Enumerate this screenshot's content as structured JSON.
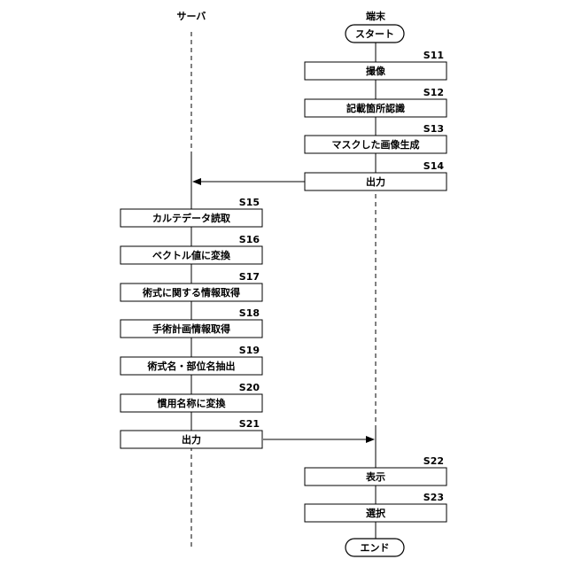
{
  "lanes": {
    "server": "サーバ",
    "terminal": "端末"
  },
  "terminals": {
    "start": "スタート",
    "end": "エンド"
  },
  "steps": [
    {
      "id": "S11",
      "label": "撮像"
    },
    {
      "id": "S12",
      "label": "記載箇所認識"
    },
    {
      "id": "S13",
      "label": "マスクした画像生成"
    },
    {
      "id": "S14",
      "label": "出力"
    },
    {
      "id": "S15",
      "label": "カルテデータ読取"
    },
    {
      "id": "S16",
      "label": "ベクトル値に変換"
    },
    {
      "id": "S17",
      "label": "術式に関する情報取得"
    },
    {
      "id": "S18",
      "label": "手術計画情報取得"
    },
    {
      "id": "S19",
      "label": "術式名・部位名抽出"
    },
    {
      "id": "S20",
      "label": "慣用名称に変換"
    },
    {
      "id": "S21",
      "label": "出力"
    },
    {
      "id": "S22",
      "label": "表示"
    },
    {
      "id": "S23",
      "label": "選択"
    }
  ]
}
